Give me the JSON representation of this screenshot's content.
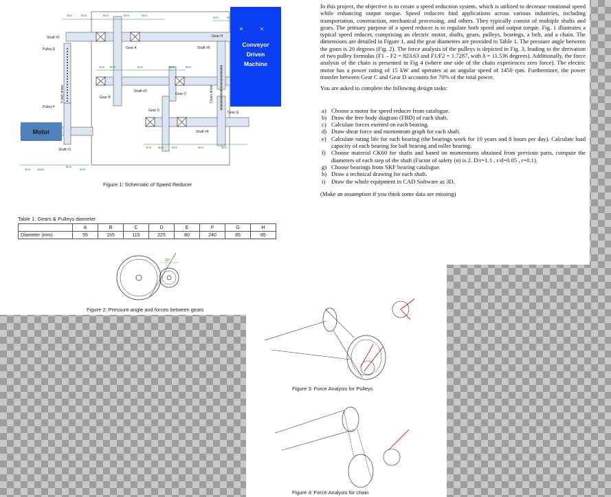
{
  "schematic": {
    "shaft_labels": [
      "Shaft #2",
      "Shaft #1",
      "Shaft #3",
      "Shaft #4",
      "Shaft #5"
    ],
    "pulley_labels": [
      "Pulley E",
      "Pulley F"
    ],
    "gear_labels": [
      "Gear A",
      "Gear B",
      "Gear C",
      "Gear D",
      "Gear G",
      "Gear H"
    ],
    "motor": "Motor",
    "conveyor": [
      "Conveyor",
      "Driven",
      "Machine"
    ],
    "belt_driver": "V belt driver",
    "chain_driver": "Chain driver",
    "dims_top": [
      "3cm",
      "5cm",
      "5cm",
      "5cm",
      "3cm"
    ],
    "dims_top_right": [
      "3cm",
      "5cm"
    ],
    "dims_mid": [
      "3cm",
      "6cm",
      "8cm",
      "5cm",
      "6cm"
    ],
    "dims_bottom": [
      "3cm",
      "5cm",
      "5cm",
      "6cm",
      "3cm"
    ],
    "dims_motor": [
      "3cm",
      "15cm",
      "8cm",
      "3cm"
    ]
  },
  "figure1_caption": "Figure 1: Schematic of Speed Reducer",
  "table": {
    "title": "Table 1: Gears & Pulleys diameter",
    "headers": [
      "A",
      "B",
      "C",
      "D",
      "E",
      "F",
      "G",
      "H"
    ],
    "row_label": "Diameter (mm)",
    "values": [
      "55",
      "155",
      "115",
      "225",
      "80",
      "240",
      "85",
      "85"
    ]
  },
  "figure2_caption": "Figure 2: Pressure angle and forces between gears",
  "figure2_angle": "20°",
  "figure3_caption": "Figure 3: Force Analysis for Pulleys",
  "figure4_caption": "Figure 4: Force Analysis for chain",
  "intro": "In this project, the objective is to create a speed reduction system, which is utilized to decrease rotational speed while enhancing output torque. Speed reducers find applications across various industries, including transportation, construction, mechanical processing, and others. They typically consist of multiple shafts and gears. The primary purpose of a speed reducer is to regulate both speed and output torque. Fig. 1 illustrates a typical speed reducer, comprising an electric motor, shafts, gears, pulleys, bearings, a belt, and a chain. The dimensions are detailed in Figure 1, and the gear diameters are provided in Table 1. The pressure angle between the gears is 20 degrees (Fig. 2). The force analysis of the pulleys is depicted in Fig. 3, leading to the derivation of two pulley formulas (F1 – F2 = 823.63 and F1/F2 = 1.7287, with δ = 11.536 degrees). Additionally, the force analysis of the chain is presented in Fig 4 (where one side of the chain experiences zero force). The electric motor has a power rating of 15 kW and operates at an angular speed of 1450 rpm. Furthermore, the power transfer between Gear C and Gear D accounts for 70% of the total power.",
  "task_intro": "You are asked to complete the following design tasks:",
  "tasks": [
    {
      "key": "a)",
      "text": "Choose a motor for speed reducer from catalogue."
    },
    {
      "key": "b)",
      "text": "Draw the free body diagram (FBD) of each shaft."
    },
    {
      "key": "c)",
      "text": "Calculate forces exerted on each bearing."
    },
    {
      "key": "d)",
      "text": "Draw shear force and momentum graph for each shaft."
    },
    {
      "key": "e)",
      "text": "Calculate rating life for each bearing (the bearings work for 10 years and 8 hours per day). Calculate load capacity of each bearing for ball bearing and roller bearing."
    },
    {
      "key": "f)",
      "text": "Choose material CK60 for shafts and based on momentums obtained from previous parts, compute the diameters of each step of the shaft (Factor of safety (n) is 2. D/r=1.1 , r/d=0.05 , r=0.1)."
    },
    {
      "key": "g)",
      "text": "Choose bearings from SKF bearing catalogue."
    },
    {
      "key": "h)",
      "text": "Draw a technical drawing for each shaft."
    },
    {
      "key": "i)",
      "text": "Draw the whole equipment in CAD Software as 3D."
    }
  ],
  "note": "(Make an assumption if you think some data are missing)",
  "colors": {
    "motor": "#4f81bd",
    "conveyor": "#0a3ef2",
    "shaft": "#dbe5f3",
    "dimension": "#2e8b3a"
  }
}
